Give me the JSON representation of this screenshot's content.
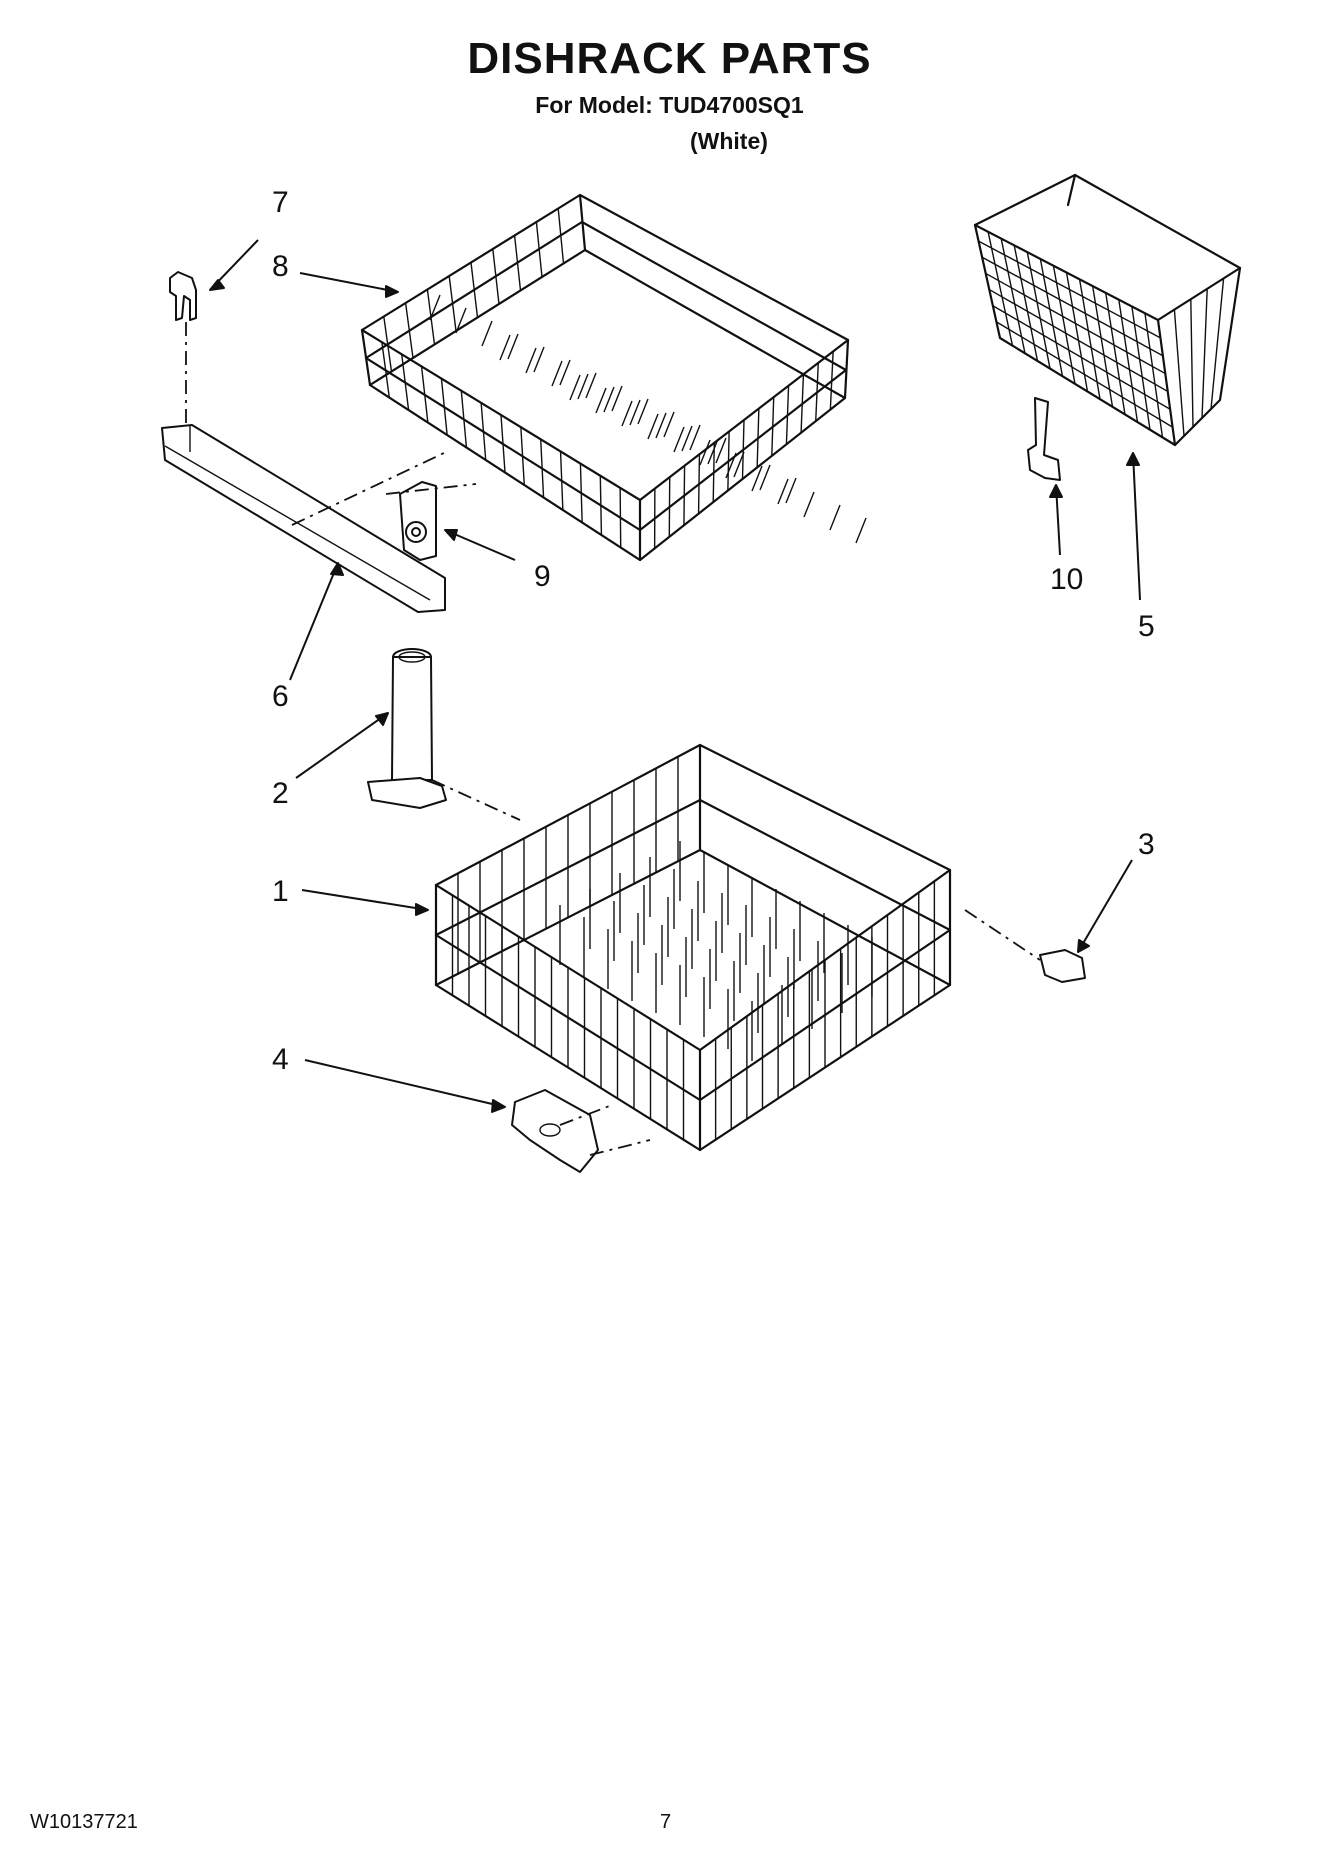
{
  "header": {
    "title": "DISHRACK PARTS",
    "model_line": "For Model: TUD4700SQ1",
    "color_line": "(White)"
  },
  "callouts": [
    {
      "id": "c7",
      "label": "7"
    },
    {
      "id": "c8",
      "label": "8"
    },
    {
      "id": "c9",
      "label": "9"
    },
    {
      "id": "c6",
      "label": "6"
    },
    {
      "id": "c10",
      "label": "10"
    },
    {
      "id": "c5",
      "label": "5"
    },
    {
      "id": "c2",
      "label": "2"
    },
    {
      "id": "c3",
      "label": "3"
    },
    {
      "id": "c1",
      "label": "1"
    },
    {
      "id": "c4",
      "label": "4"
    }
  ],
  "footer": {
    "doc_number": "W10137721",
    "page_number": "7"
  }
}
